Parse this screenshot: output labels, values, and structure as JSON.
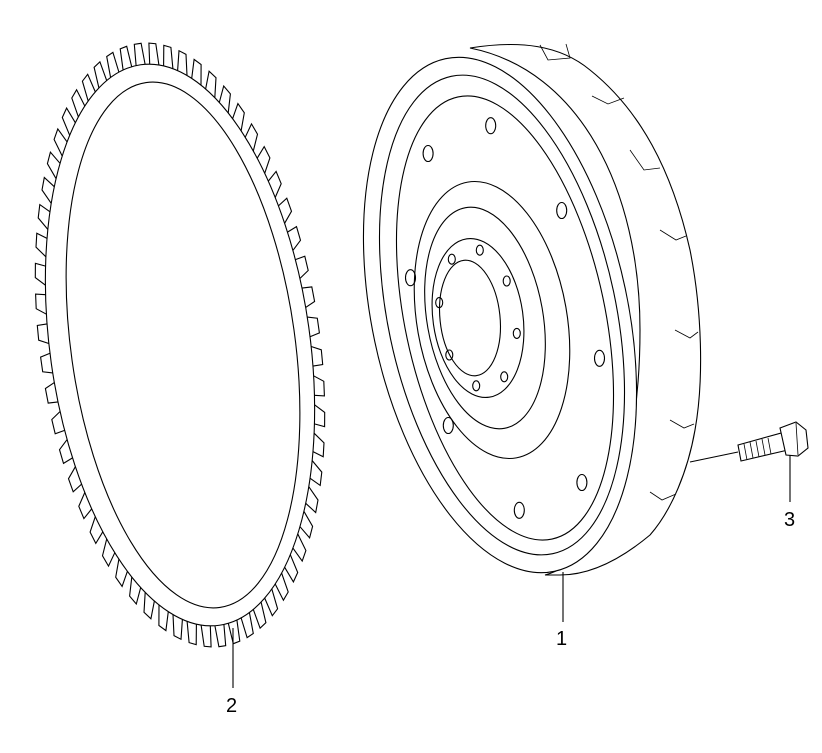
{
  "diagram": {
    "parts": [
      {
        "id": "flywheel",
        "callout": "1"
      },
      {
        "id": "ring-gear",
        "callout": "2"
      },
      {
        "id": "bolt",
        "callout": "3"
      }
    ]
  }
}
